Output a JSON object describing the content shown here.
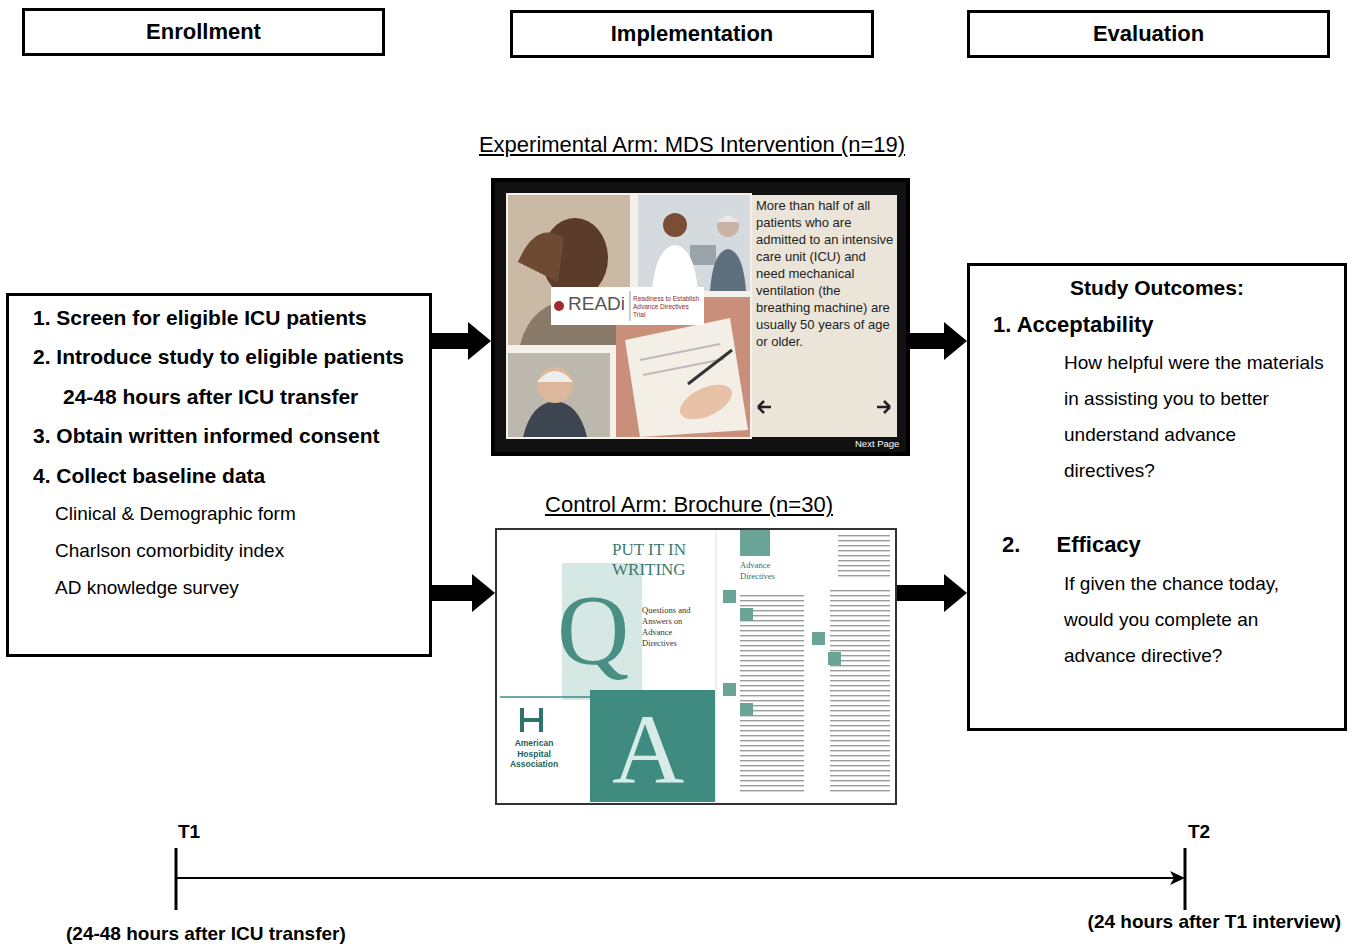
{
  "diagram": {
    "nodes": [
      {
        "text": [
          "Enrollment"
        ]
      },
      {
        "text": [
          "Implementation"
        ]
      },
      {
        "text": [
          "Evaluation"
        ]
      },
      {
        "text": [
          "1. Screen for eligible ICU patients",
          "2. Introduce study to eligible patients 24-48 hours after ICU transfer",
          "3. Obtain written informed consent",
          "4. Collect baseline data",
          "Clinical & Demographic form",
          "Charlson comorbidity index",
          "AD knowledge survey"
        ]
      },
      {
        "text": [
          "Experimental Arm: MDS Intervention (n=19)",
          "READi",
          "Readiness to Establish Advance Directives Trial",
          "More than half of all patients who are admitted to an intensive care unit (ICU) and need mechanical ventilation (the breathing machine) are usually 50 years of age or older.",
          "Next Page"
        ]
      },
      {
        "text": [
          "Control Arm: Brochure (n=30)",
          "PUT IT IN WRITING",
          "Questions and Answers on Advance Directives",
          "Q",
          "A",
          "American Hospital Association",
          "Advance Directives"
        ]
      },
      {
        "text": [
          "Study Outcomes:",
          "1. Acceptability",
          "How helpful were the materials in assisting you to better understand advance directives?",
          "2. Efficacy",
          "If given the chance today, would you complete an advance directive?"
        ]
      }
    ],
    "edges": [
      {
        "from": 3,
        "to": 4,
        "arrow": "to"
      },
      {
        "from": 3,
        "to": 5,
        "arrow": "to"
      },
      {
        "from": 4,
        "to": 6,
        "arrow": "to"
      },
      {
        "from": 5,
        "to": 6,
        "arrow": "to"
      }
    ],
    "labels": [
      "T1",
      "T2",
      "(24-48 hours after ICU transfer)",
      "(24 hours after T1 interview)"
    ]
  }
}
